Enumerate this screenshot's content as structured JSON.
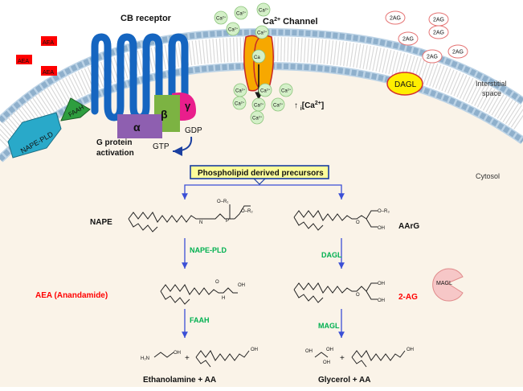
{
  "labels": {
    "cb_receptor": "CB receptor",
    "ca_channel": "Ca",
    "ca_channel_sup": "2+",
    "ca_channel_tail": " Channel",
    "interstitial_1": "Interstitial",
    "interstitial_2": "space",
    "cytosol": "Cytosol",
    "g_protein_1": "G protein",
    "g_protein_2": "activation",
    "gtp": "GTP",
    "gdp": "GDP",
    "alpha": "α",
    "beta": "β",
    "gamma": "γ",
    "ca_rise": "↑ ",
    "ca_rise_sub": "i",
    "ca_rise_tail": "[Ca",
    "ca_rise_sup": "2+",
    "ca_rise_end": "]",
    "precursors": "Phospholipid derived precursors"
  },
  "extracellular": {
    "aea": "AEA",
    "two_ag": "2AG",
    "ca_ion": "Ca",
    "ca_ion_sup": "2+"
  },
  "enzymes": {
    "nape_pld": "NAPE-PLD",
    "faah": "FAAH",
    "dagl": "DAGL",
    "magl": "MAGL"
  },
  "pathway": {
    "nape": "NAPE",
    "aarg": "AArG",
    "nape_pld": "NAPE-PLD",
    "dagl": "DAGL",
    "aea_full": "AEA (Anandamide)",
    "two_ag": "2-AG",
    "faah": "FAAH",
    "magl": "MAGL",
    "products_left": "Ethanolamine + AA",
    "products_right": "Glycerol + AA",
    "plus": "+"
  },
  "chem_labels": {
    "o": "O",
    "oh": "OH",
    "nh": "H",
    "n": "N",
    "h2n": "H₂N",
    "r1": "O–R₁",
    "r2": "O–R₂",
    "r3": "O–R₃",
    "p": "P"
  },
  "colors": {
    "cytosol_fill": "#faf3e8",
    "membrane_head": "#c8dff0",
    "membrane_edge": "#8fb0cc",
    "receptor": "#1565c0",
    "alpha": "#8e5fb0",
    "beta": "#7cb342",
    "gamma": "#e91e8c",
    "channel": "#f7a800",
    "dagl": "#ffee00",
    "nape_pld": "#29a9c9",
    "faah": "#2e9e3f",
    "aea_box": "#ff0000",
    "enzyme_text": "#00b050",
    "compound_red": "#ff0000",
    "arrow": "#3b4fd6",
    "ca_ion": "#d4f0c8",
    "magl": "#f6c7c7"
  }
}
